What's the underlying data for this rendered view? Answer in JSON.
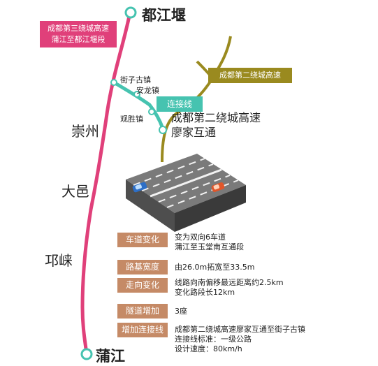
{
  "cities": {
    "top": "都江堰",
    "bottom": "蒲江"
  },
  "places": {
    "chongzhou": "崇州",
    "dayi": "大邑",
    "qionglai": "邛崃"
  },
  "route_box": {
    "line1": "成都第三绕城高速",
    "line2": "蒲江至都江堰段"
  },
  "ring2_box": "成都第二绕城高速",
  "connector_box": "连接线",
  "stations": {
    "jiezi": "街子古镇",
    "anlong": "安龙镇",
    "guansheng": "观胜镇"
  },
  "interchange": {
    "line1": "成都第二绕城高速",
    "line2": "廖家互通"
  },
  "details": [
    {
      "tag": "车道变化",
      "lines": [
        "变为双向6车道",
        "蒲江至玉堂南互通段"
      ]
    },
    {
      "tag": "路基宽度",
      "lines": [
        "由26.0m拓宽至33.5m"
      ]
    },
    {
      "tag": "走向变化",
      "lines": [
        "线路向南偏移最远距离约2.5km",
        "变化路段长12km"
      ]
    },
    {
      "tag": "隧道增加",
      "lines": [
        "3座"
      ]
    },
    {
      "tag": "增加连接线",
      "lines": [
        "成都第二绕城高速廖家互通至街子古镇",
        "连接线标准：一级公路",
        "设计速度：80km/h"
      ]
    }
  ],
  "colors": {
    "route": "#e0407a",
    "ring2": "#9a8a1f",
    "connector": "#46c3b0",
    "tag": "#c58a66",
    "road": "#6e6e6e"
  }
}
